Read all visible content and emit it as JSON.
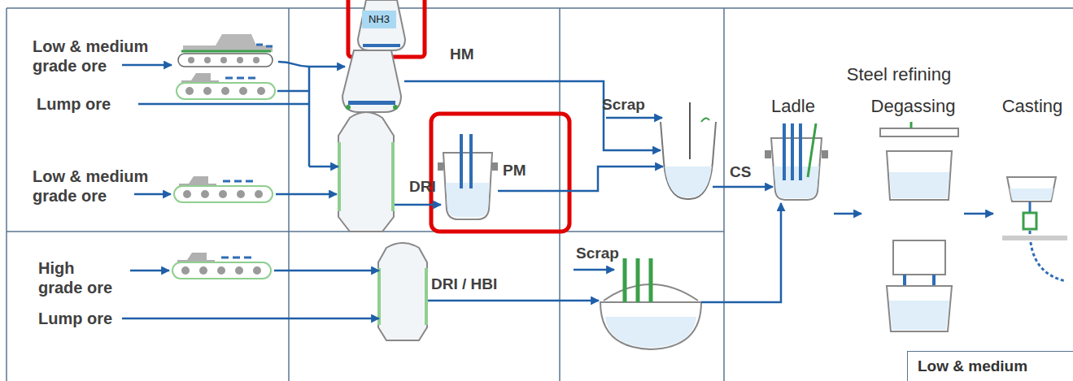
{
  "diagram": {
    "nodes": [
      {
        "text": [
          "NH3"
        ]
      },
      {
        "text": [
          "Ladle"
        ]
      },
      {
        "text": [
          "Degassing"
        ]
      },
      {
        "text": [
          "Casting"
        ]
      },
      {
        "text": [
          "Low & medium"
        ]
      }
    ],
    "edges": [
      {
        "from": 1,
        "to": 2,
        "arrow": "to"
      },
      {
        "from": 2,
        "to": 3,
        "arrow": "to"
      }
    ],
    "labels": [
      "Low & medium grade ore",
      "HM",
      "Lump ore",
      "Scrap",
      "Steel refining",
      "Low & medium grade ore",
      "DRI",
      "PM",
      "CS",
      "High grade ore",
      "Scrap",
      "DRI / HBI",
      "Lump ore"
    ]
  }
}
